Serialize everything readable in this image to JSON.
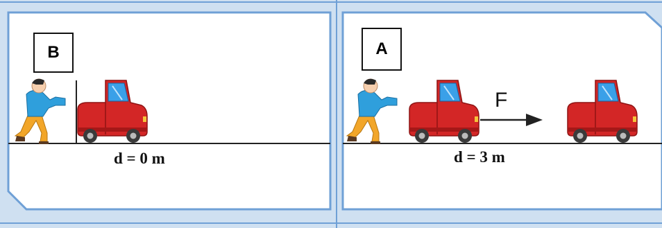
{
  "panels": [
    {
      "label": "B",
      "distance_text": "d = 0 m"
    },
    {
      "label": "A",
      "distance_text": "d = 3 m",
      "force_label": "F"
    }
  ],
  "colors": {
    "frame_fill": "#cfe0f1",
    "frame_border": "#6fa0d6",
    "panel_fill": "#ffffff",
    "car_body": "#d32626",
    "car_window": "#3aa0e8",
    "shirt": "#2f9fdc",
    "pants": "#f2a629",
    "ground": "#222222"
  },
  "icons": [
    "man-pushing-icon",
    "car-icon",
    "wall-icon",
    "arrow-right-icon"
  ]
}
